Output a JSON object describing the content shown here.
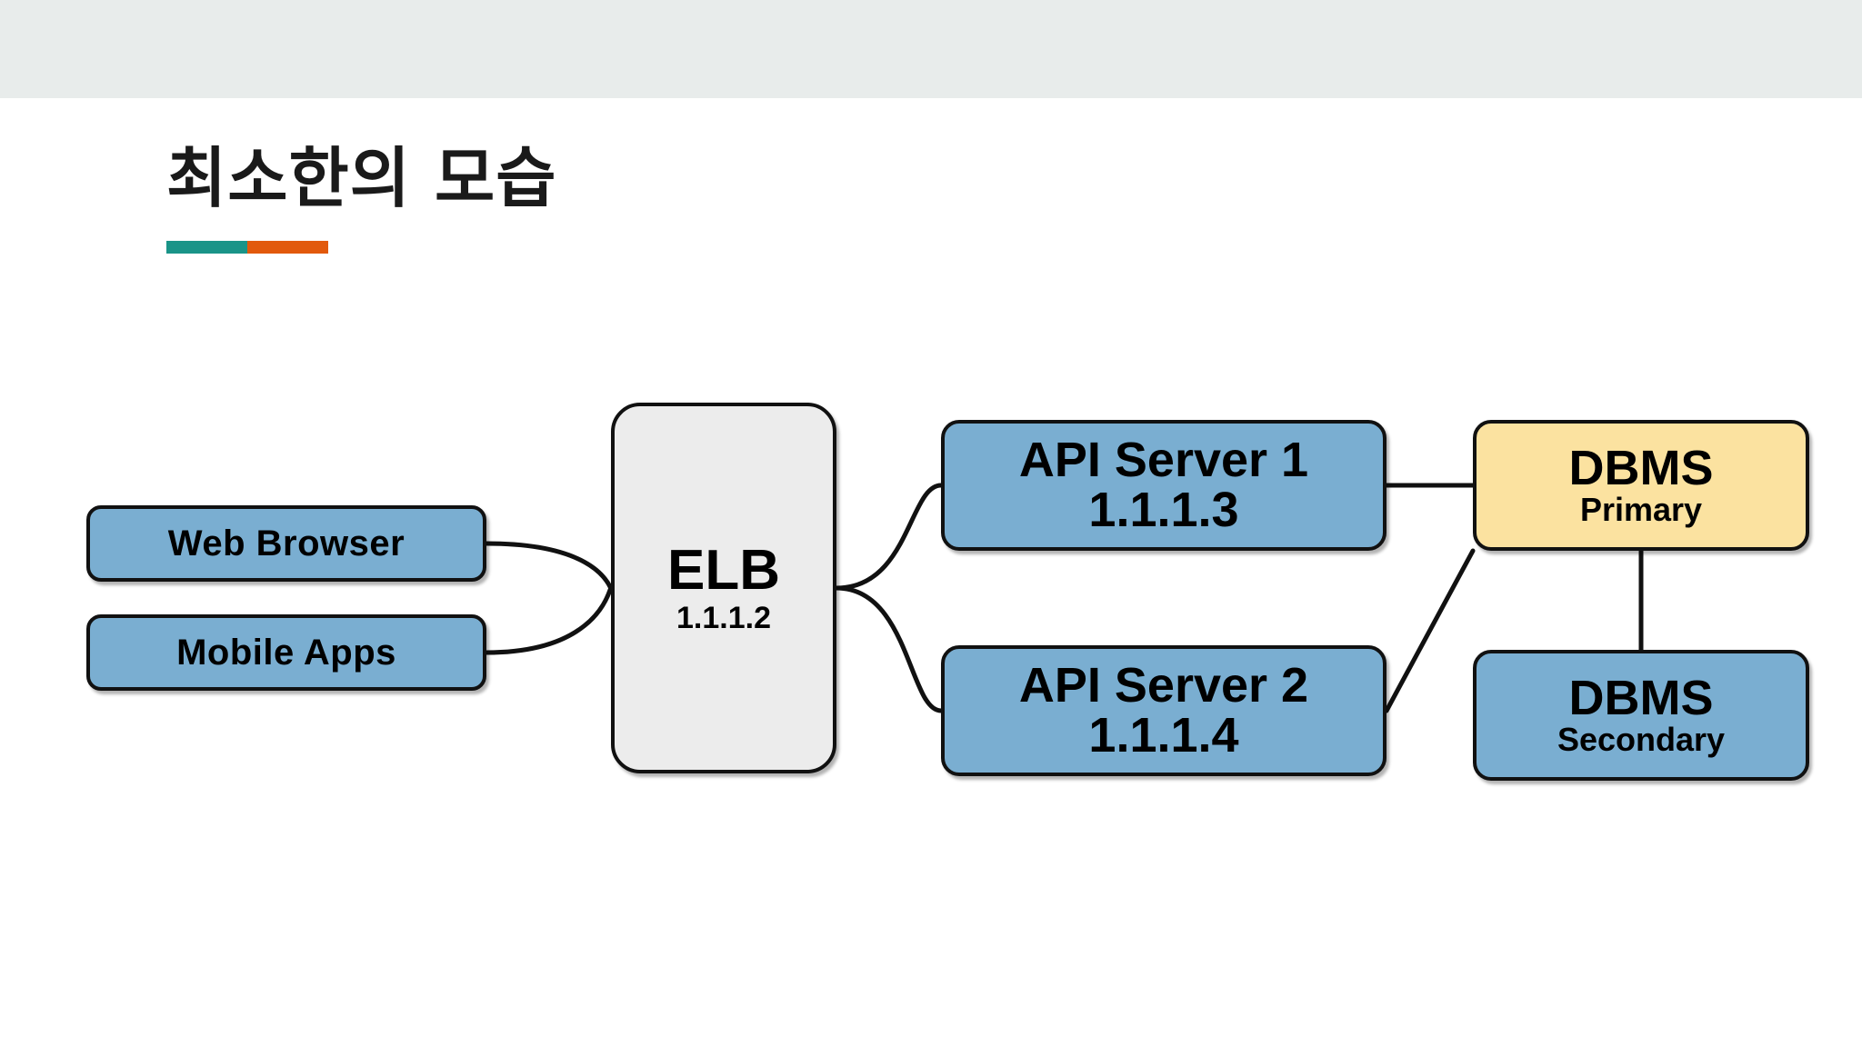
{
  "slide": {
    "title": "최소한의 모습",
    "header_band_color": "#E8ECEB",
    "background_color": "#FFFFFF",
    "title_color": "#1A1A1A",
    "accent_teal": "#1A9488",
    "accent_orange": "#E2590C"
  },
  "diagram": {
    "type": "architecture-flow",
    "node_border_color": "#111111",
    "edge_color": "#111111",
    "palette": {
      "client_fill": "#7AAED1",
      "elb_fill": "#ECECEC",
      "api_fill": "#7AAED1",
      "dbms_primary_fill": "#FBE2A0",
      "dbms_secondary_fill": "#7AAED1"
    },
    "nodes": [
      {
        "id": "web-browser",
        "line1": "Web Browser",
        "line2": ""
      },
      {
        "id": "mobile-apps",
        "line1": "Mobile Apps",
        "line2": ""
      },
      {
        "id": "elb",
        "line1": "ELB",
        "line2": "1.1.1.2"
      },
      {
        "id": "api-server-1",
        "line1": "API Server 1",
        "line2": "1.1.1.3"
      },
      {
        "id": "api-server-2",
        "line1": "API Server 2",
        "line2": "1.1.1.4"
      },
      {
        "id": "dbms-primary",
        "line1": "DBMS",
        "line2": "Primary"
      },
      {
        "id": "dbms-secondary",
        "line1": "DBMS",
        "line2": "Secondary"
      }
    ],
    "edges": [
      {
        "from": "web-browser",
        "to": "elb",
        "style": "curved"
      },
      {
        "from": "mobile-apps",
        "to": "elb",
        "style": "curved"
      },
      {
        "from": "elb",
        "to": "api-server-1",
        "style": "curved"
      },
      {
        "from": "elb",
        "to": "api-server-2",
        "style": "curved"
      },
      {
        "from": "api-server-1",
        "to": "dbms-primary",
        "style": "straight"
      },
      {
        "from": "api-server-2",
        "to": "dbms-primary",
        "style": "straight"
      },
      {
        "from": "dbms-primary",
        "to": "dbms-secondary",
        "style": "straight"
      }
    ]
  }
}
